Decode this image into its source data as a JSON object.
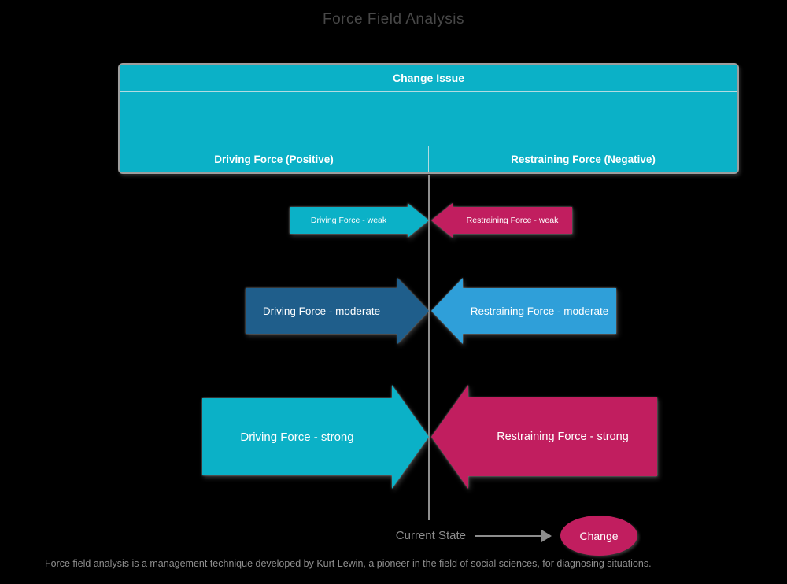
{
  "title": "Force Field Analysis",
  "table": {
    "header": "Change Issue",
    "left_column": "Driving Force (Positive)",
    "right_column": "Restraining Force (Negative)"
  },
  "arrows": {
    "driving_weak": "Driving Force - weak",
    "restraining_weak": "Restraining Force - weak",
    "driving_moderate": "Driving Force - moderate",
    "restraining_moderate": "Restraining Force - moderate",
    "driving_strong": "Driving Force - strong",
    "restraining_strong": "Restraining Force - strong"
  },
  "footer": {
    "current_state_label": "Current State",
    "change_label": "Change",
    "caption": "Force field analysis is a management technique developed by Kurt Lewin, a pioneer in the field of social sciences, for diagnosing situations."
  },
  "colors": {
    "teal": "#0BB1C7",
    "dark_blue": "#1F5E8B",
    "blue": "#2F9FD9",
    "crimson": "#C11E5F",
    "line_gray": "#8F8F8F",
    "background": "#000000",
    "title_gray": "#484848"
  }
}
